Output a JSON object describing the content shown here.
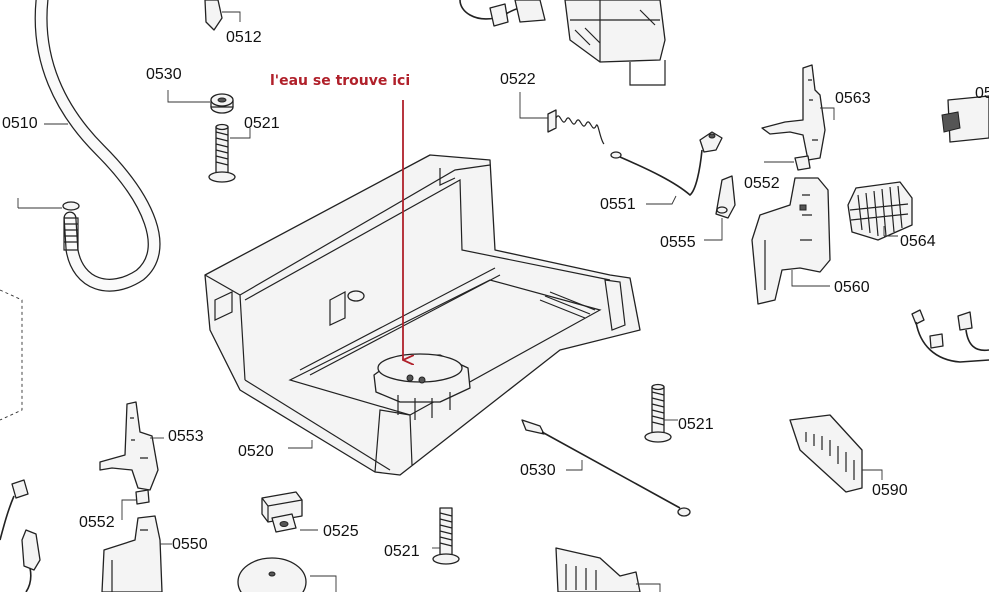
{
  "diagram": {
    "annotation": "l'eau se trouve ici",
    "colors": {
      "annotation": "#b0202a",
      "lines": "#222222"
    },
    "labels": {
      "l0512": "0512",
      "l0530a": "0530",
      "l0521a": "0521",
      "l0510": "0510",
      "l0522": "0522",
      "l0563": "0563",
      "l0552a": "0552",
      "l0551": "0551",
      "l0555": "0555",
      "l0564": "0564",
      "l0560": "0560",
      "l0553": "0553",
      "l0520": "0520",
      "l0521b": "0521",
      "l0530b": "0530",
      "l0590": "0590",
      "l0552b": "0552",
      "l0525": "0525",
      "l0550": "0550",
      "l0521c": "0521",
      "l05x": "05"
    }
  }
}
